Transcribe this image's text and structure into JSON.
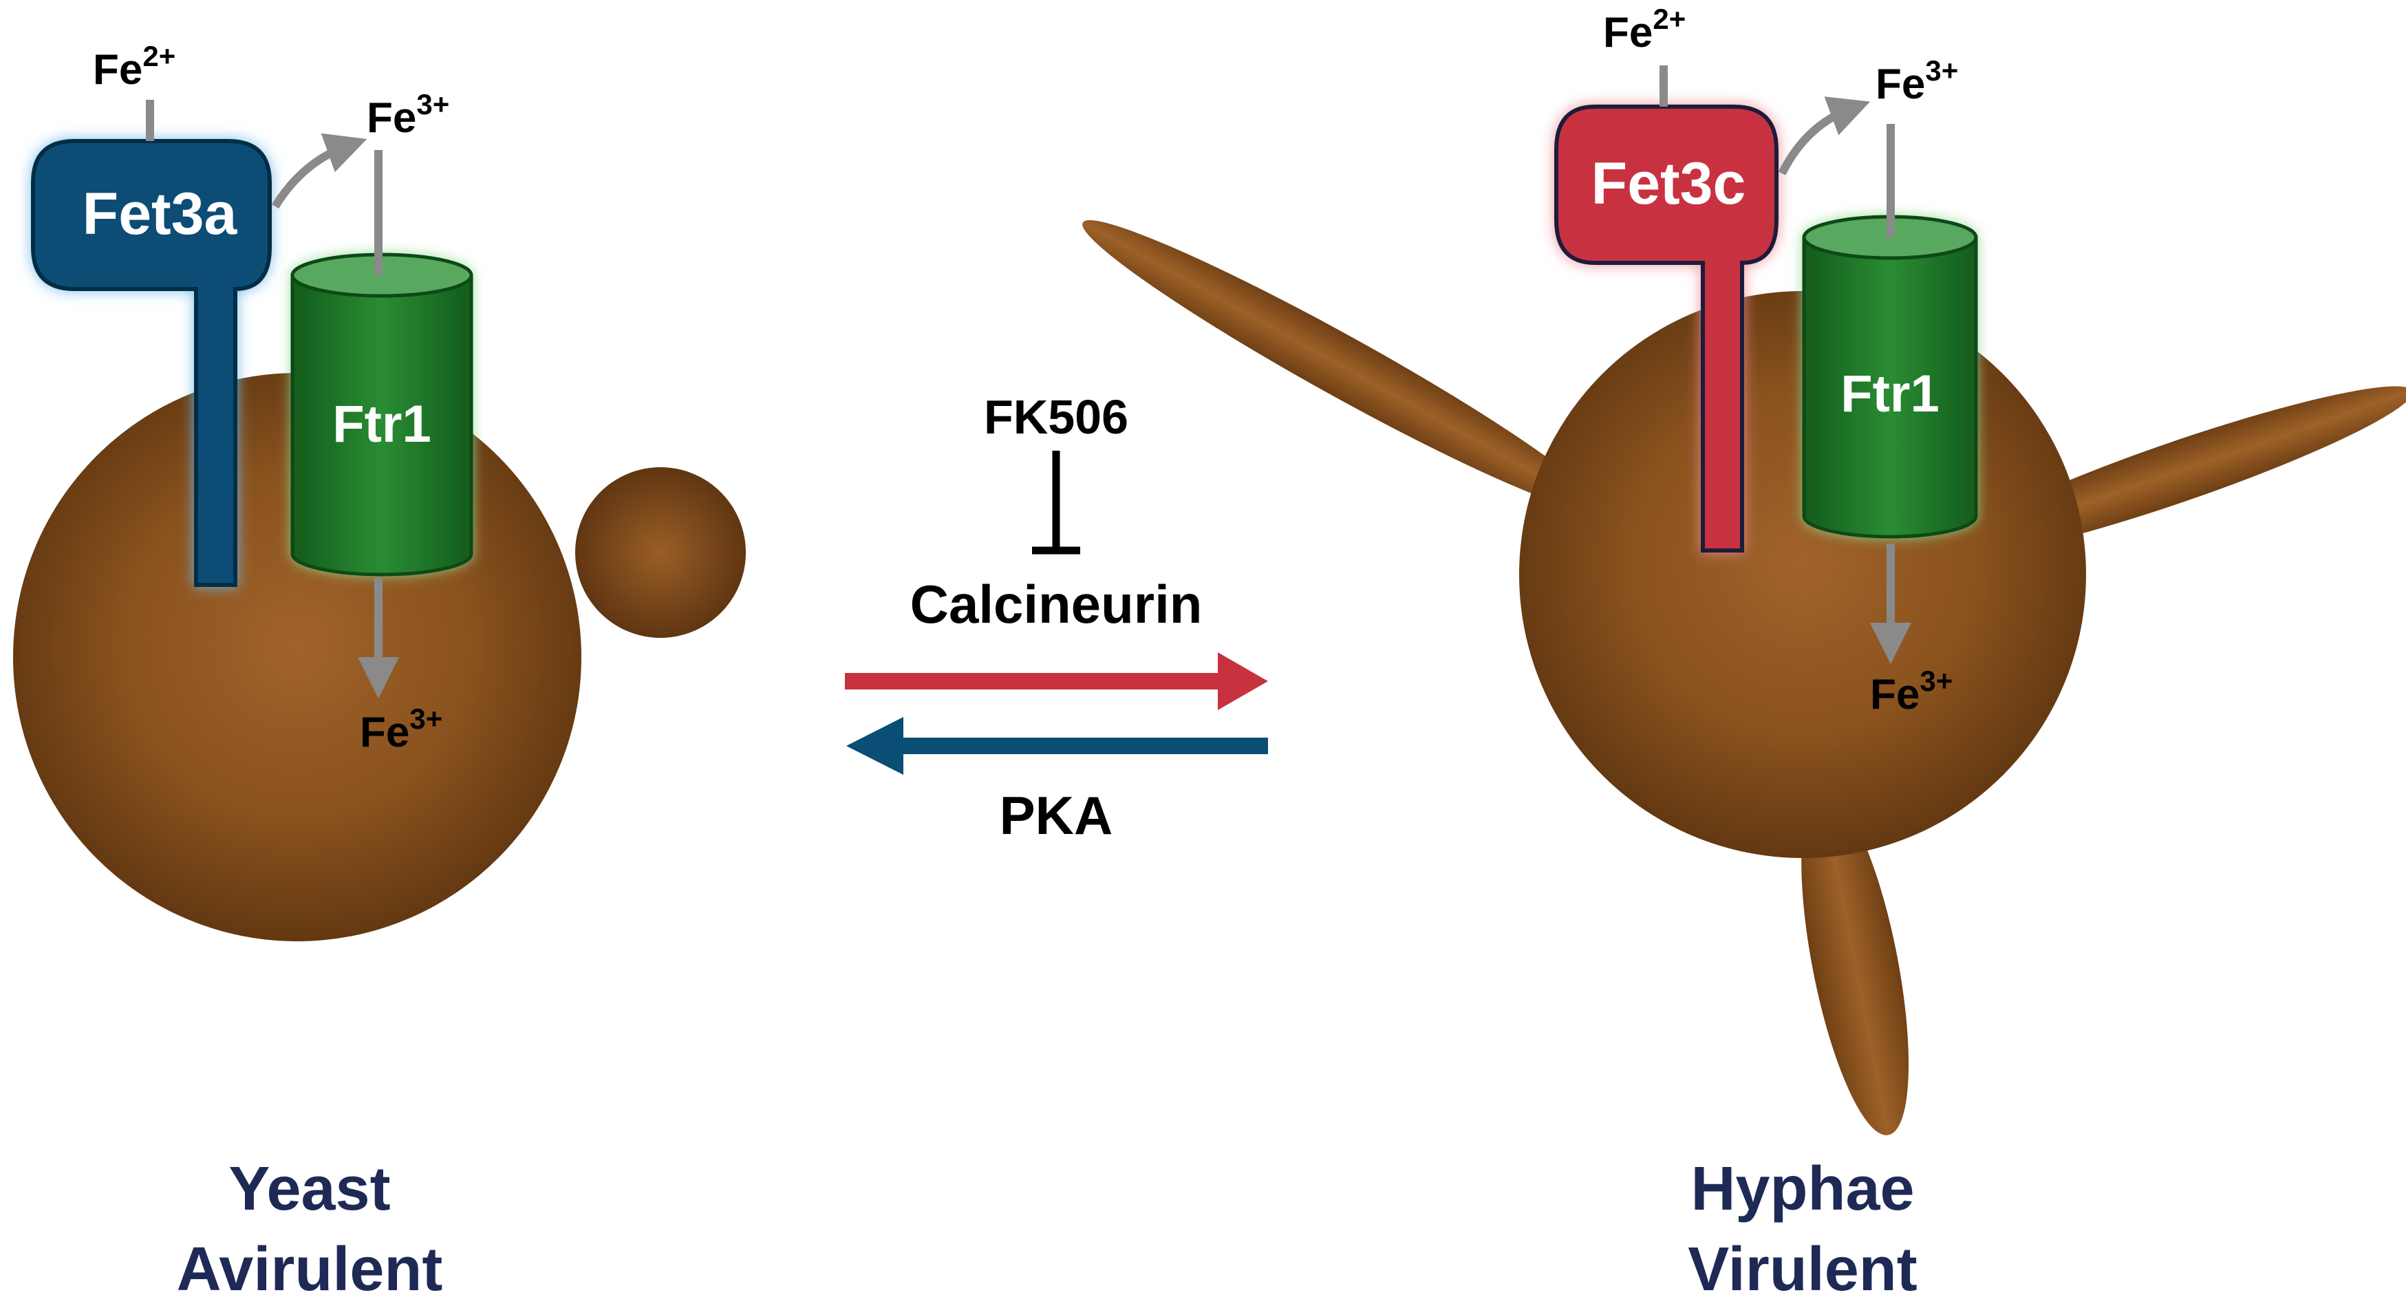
{
  "colors": {
    "fet3a": "#0a4d75",
    "fet3c": "#c8323f",
    "ftr1": "#1f7a2a",
    "cell": "#8b531f",
    "forward_arrow": "#c8323f",
    "reverse_arrow": "#0a4d75",
    "caption": "#1e2a55",
    "iron_arrow": "#8a8a8a"
  },
  "left": {
    "fet_label": "Fet3a",
    "ftr_label": "Ftr1",
    "fe2_base": "Fe",
    "fe2_charge": "2+",
    "fe3_top_base": "Fe",
    "fe3_top_charge": "3+",
    "fe3_in_base": "Fe",
    "fe3_in_charge": "3+",
    "caption_line1": "Yeast",
    "caption_line2": "Avirulent"
  },
  "right": {
    "fet_label": "Fet3c",
    "ftr_label": "Ftr1",
    "fe2_base": "Fe",
    "fe2_charge": "2+",
    "fe3_top_base": "Fe",
    "fe3_top_charge": "3+",
    "fe3_in_base": "Fe",
    "fe3_in_charge": "3+",
    "caption_line1": "Hyphae",
    "caption_line2": "Virulent"
  },
  "center": {
    "inhibitor": "FK506",
    "forward_regulator": "Calcineurin",
    "reverse_regulator": "PKA"
  }
}
